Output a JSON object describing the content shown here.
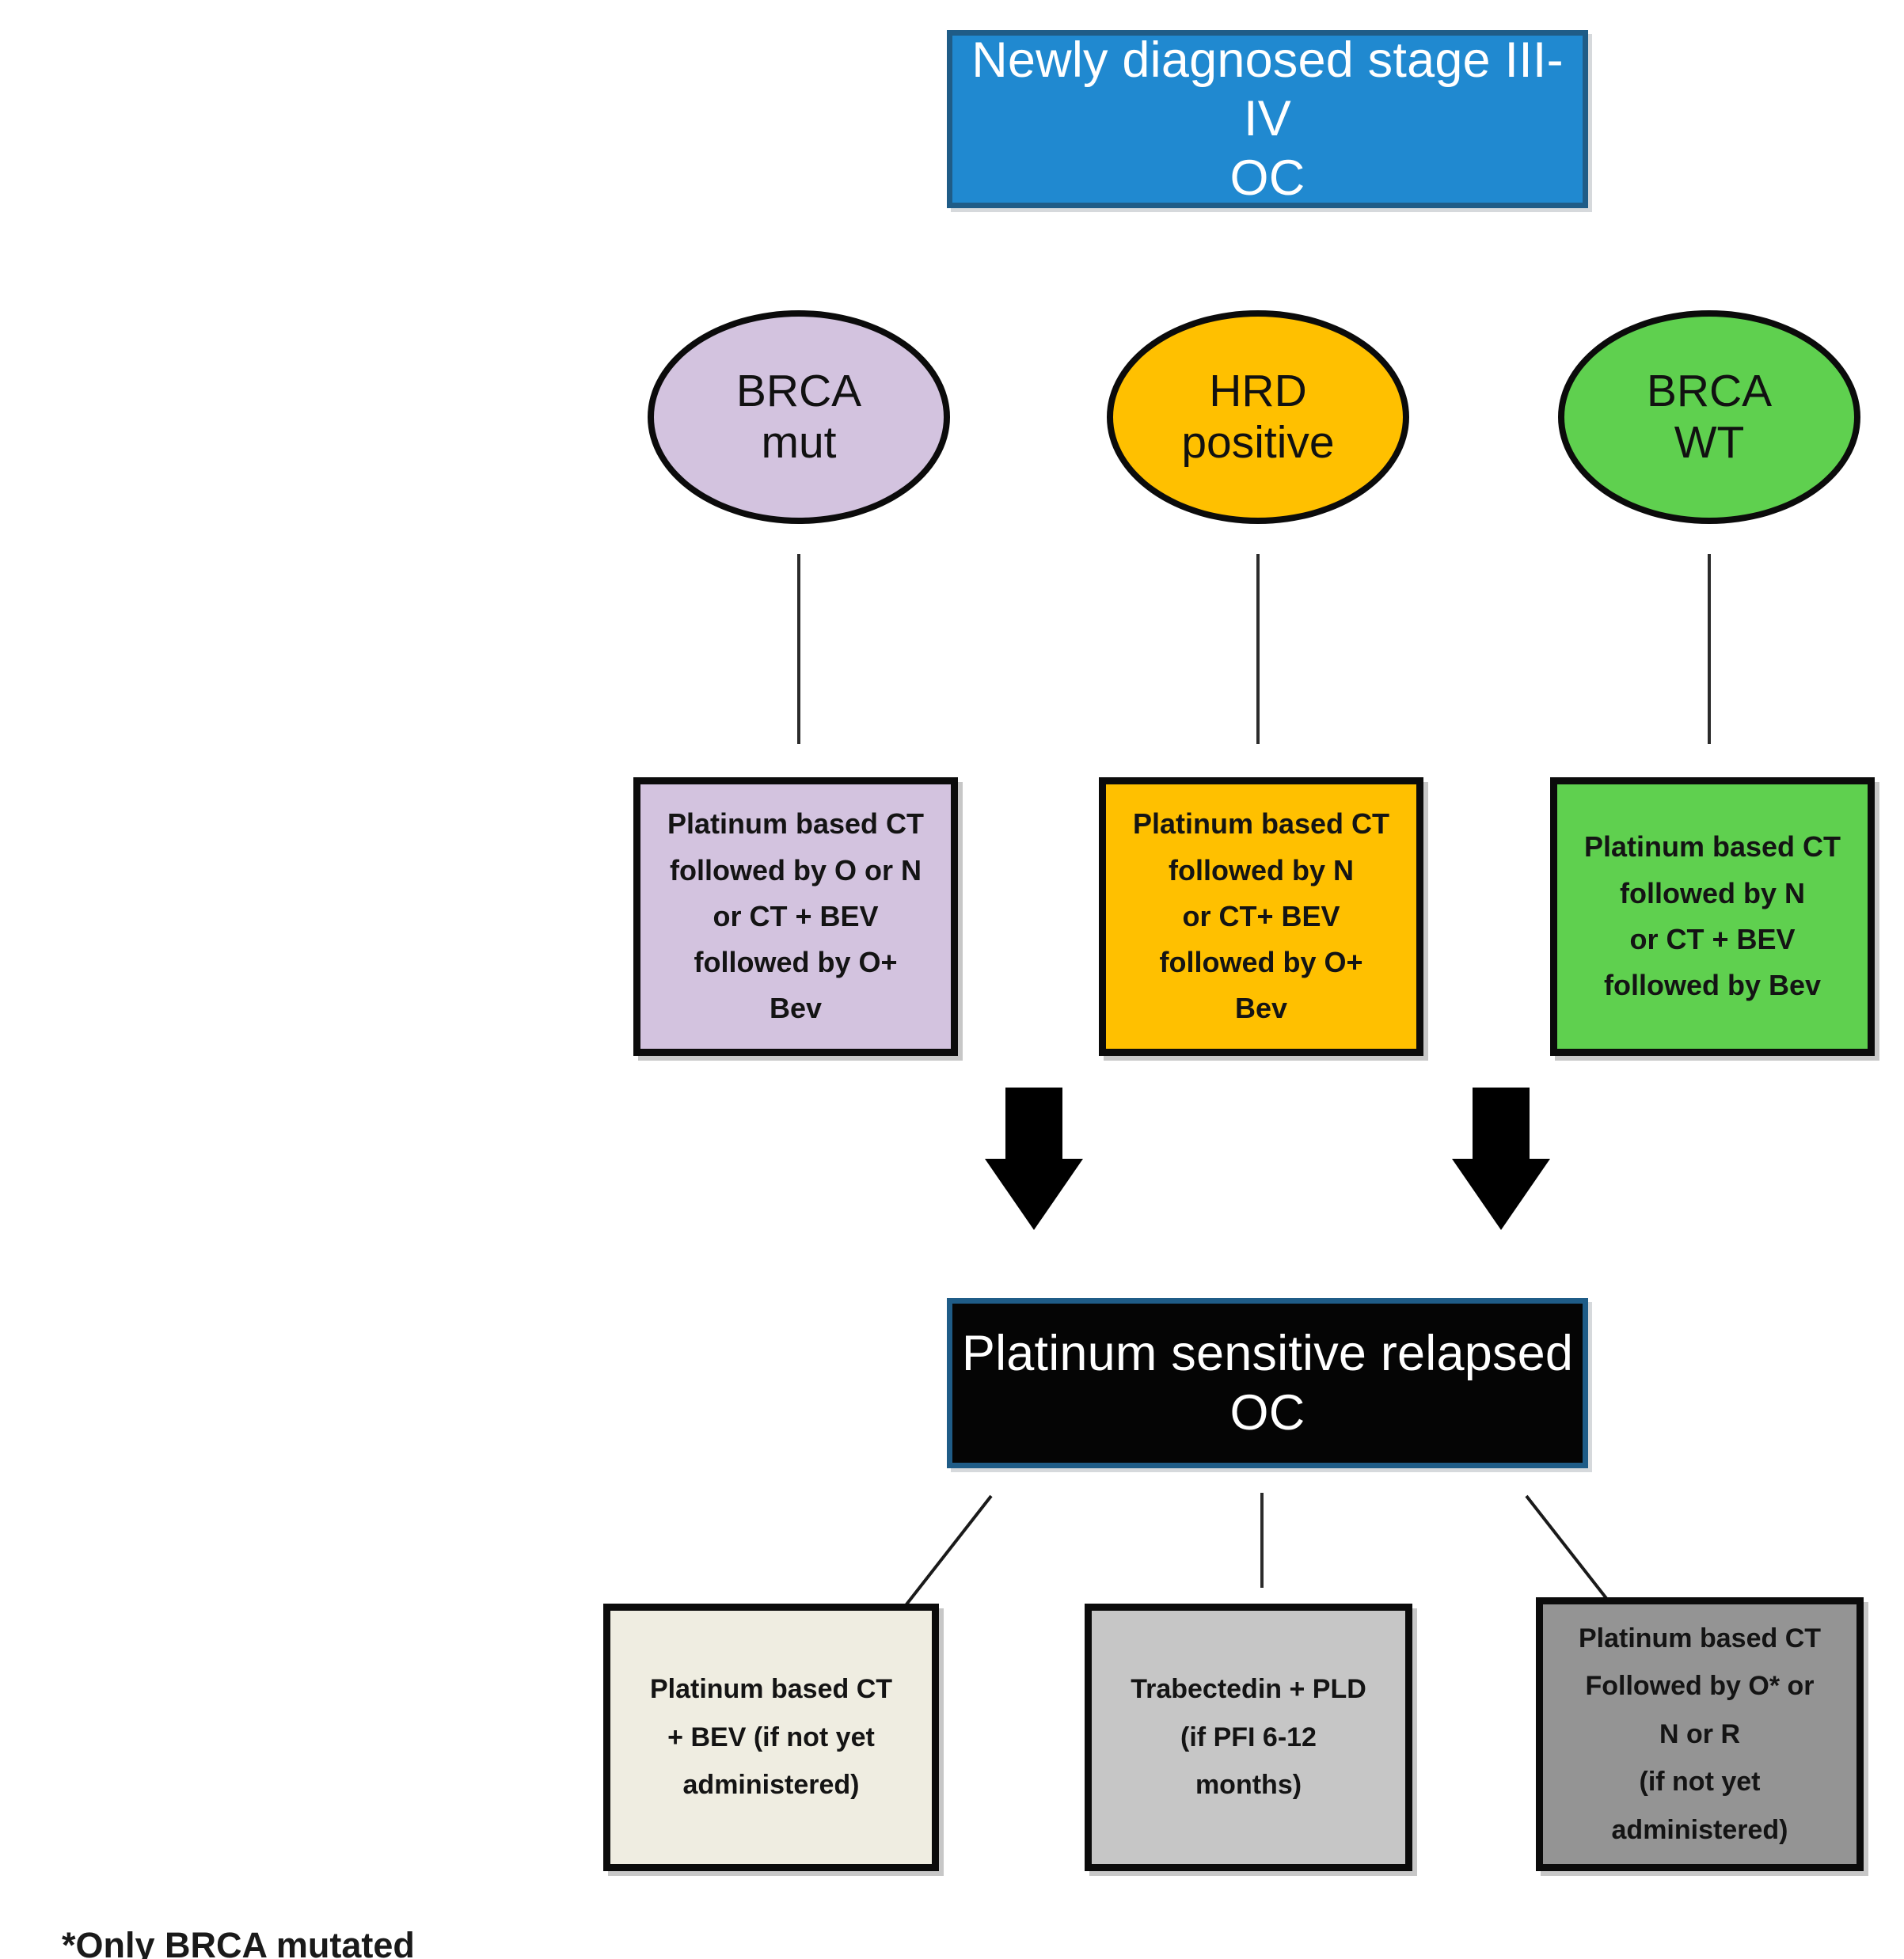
{
  "diagram": {
    "title_node": {
      "label": "Newly diagnosed stage III-IV\nOC",
      "fill": "#2089D0",
      "border": "#1F5C87",
      "text_color": "#FFFFFF"
    },
    "biomarker_nodes": [
      {
        "label": "BRCA\nmut",
        "fill": "#D3C3DF",
        "shape": "ellipse"
      },
      {
        "label": "HRD\npositive",
        "fill": "#FFC000",
        "shape": "ellipse"
      },
      {
        "label": "BRCA\nWT",
        "fill": "#5FD04F",
        "shape": "ellipse"
      }
    ],
    "first_line_boxes": [
      {
        "label": "Platinum based CT\nfollowed by O or N\nor CT + BEV\nfollowed by O+\nBev",
        "fill": "#D3C3DF"
      },
      {
        "label": "Platinum based CT\nfollowed by N\nor CT+ BEV\nfollowed by O+\nBev",
        "fill": "#FFC000"
      },
      {
        "label": "Platinum based CT\nfollowed by N\nor CT + BEV\nfollowed by  Bev",
        "fill": "#5FD04F"
      }
    ],
    "relapse_node": {
      "label": "Platinum sensitive relapsed\nOC",
      "fill": "#050505",
      "border": "#2E7BB0",
      "text_color": "#FFFFFF"
    },
    "relapse_boxes": [
      {
        "label": "Platinum based CT\n+ BEV (if not yet\nadministered)",
        "fill": "#EFEDE1"
      },
      {
        "label": "Trabectedin + PLD\n(if PFI 6-12\nmonths)",
        "fill": "#C6C6C6"
      },
      {
        "label": "Platinum based CT\nFollowed by O* or\nN or R\n(if not yet\nadministered)",
        "fill": "#949494"
      }
    ],
    "footnote": "*Only BRCA mutated"
  }
}
